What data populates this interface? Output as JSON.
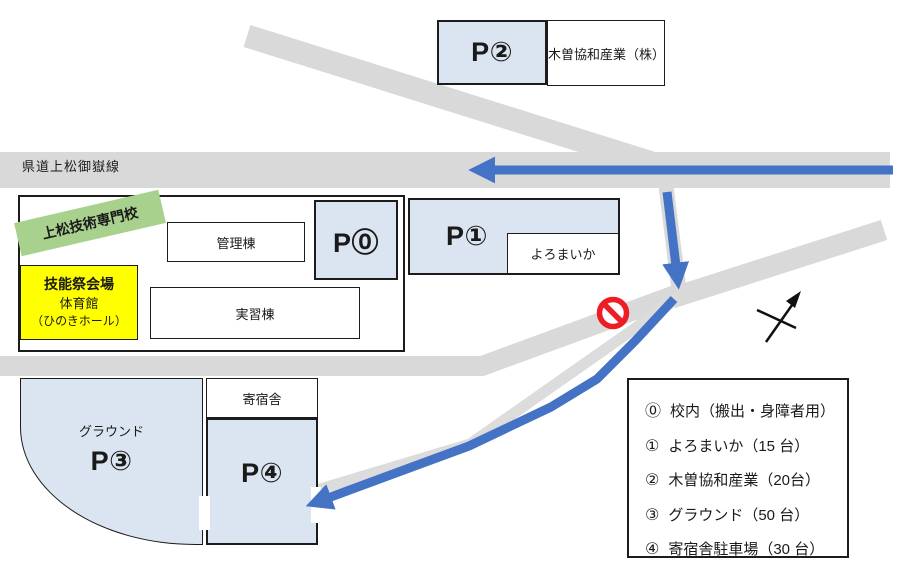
{
  "map": {
    "road_main_label": "県道上松御嶽線",
    "parking": {
      "p0_label": "P⓪",
      "p1_label": "P①",
      "p2_label": "P②",
      "p3_label": "P③",
      "p4_label": "P④"
    },
    "places": {
      "company": "木曽協和産業（株）",
      "school_name": "上松技術専門校",
      "admin_building": "管理棟",
      "venue_line1": "技能祭会場",
      "venue_line2": "体育館",
      "venue_line3": "（ひのきホール）",
      "training_building": "実習棟",
      "yoromaika": "よろまいか",
      "ground": "グラウンド",
      "dormitory": "寄宿舎"
    }
  },
  "legend": {
    "items": [
      {
        "num": "⓪",
        "text": "校内（搬出・身障者用）"
      },
      {
        "num": "①",
        "text": "よろまいか（15 台）"
      },
      {
        "num": "②",
        "text": "木曽協和産業（20台）"
      },
      {
        "num": "③",
        "text": "グラウンド（50 台）"
      },
      {
        "num": "④",
        "text": "寄宿舎駐車場（30 台）"
      }
    ]
  },
  "icons": {
    "no_entry": "no-entry-sign",
    "compass": "north-compass-arrow"
  },
  "colors": {
    "parking_fill": "#dbe5f1",
    "road_gray": "#d9d9d9",
    "route_arrow_blue": "#4472c4",
    "venue_yellow": "#ffff00",
    "school_label_green": "#a9d18e",
    "no_entry_red": "#ee1c25",
    "border_black": "#1c1c1c"
  }
}
